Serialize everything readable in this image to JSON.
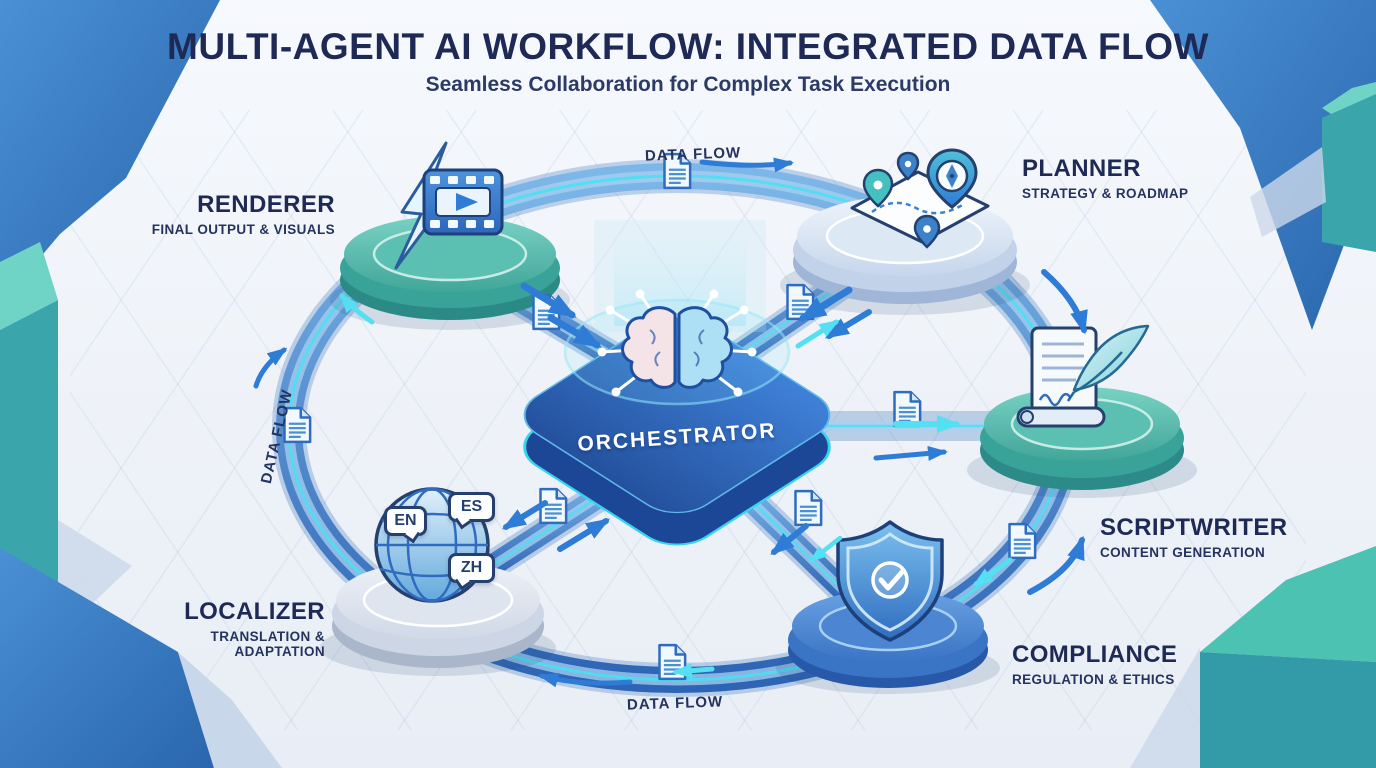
{
  "header": {
    "title": "MULTI-AGENT AI WORKFLOW: INTEGRATED DATA FLOW",
    "subtitle": "Seamless Collaboration for Complex Task Execution"
  },
  "orchestrator": {
    "label": "ORCHESTRATOR",
    "icon": "brain-network-icon"
  },
  "agents": {
    "renderer": {
      "label": "RENDERER",
      "subtitle": "FINAL OUTPUT & VISUALS",
      "icon": "lightning-filmstrip-icon",
      "platform": "teal"
    },
    "planner": {
      "label": "PLANNER",
      "subtitle": "STRATEGY & ROADMAP",
      "icon": "map-pins-compass-icon",
      "platform": "light-blue"
    },
    "scriptwriter": {
      "label": "SCRIPTWRITER",
      "subtitle": "CONTENT GENERATION",
      "icon": "scroll-quill-icon",
      "platform": "teal"
    },
    "compliance": {
      "label": "COMPLIANCE",
      "subtitle": "REGULATION & ETHICS",
      "icon": "shield-check-icon",
      "platform": "blue"
    },
    "localizer": {
      "label": "LOCALIZER",
      "subtitle": "TRANSLATION & ADAPTATION",
      "icon": "globe-languages-icon",
      "platform": "light-gray"
    }
  },
  "localizer_languages": {
    "en": "EN",
    "es": "ES",
    "zh": "ZH"
  },
  "flow_labels": {
    "top": "DATA FLOW",
    "left": "DATA FLOW",
    "bottom": "DATA FLOW"
  },
  "colors": {
    "navy_text": "#1e2a55",
    "pipe_blue": "#2f6cc0",
    "glow_cyan": "#46e2f4",
    "teal_platform": "#3aa399",
    "blue_platform": "#3a74c4",
    "light_platform": "#d8e2f0",
    "background": "#eef2f8"
  }
}
